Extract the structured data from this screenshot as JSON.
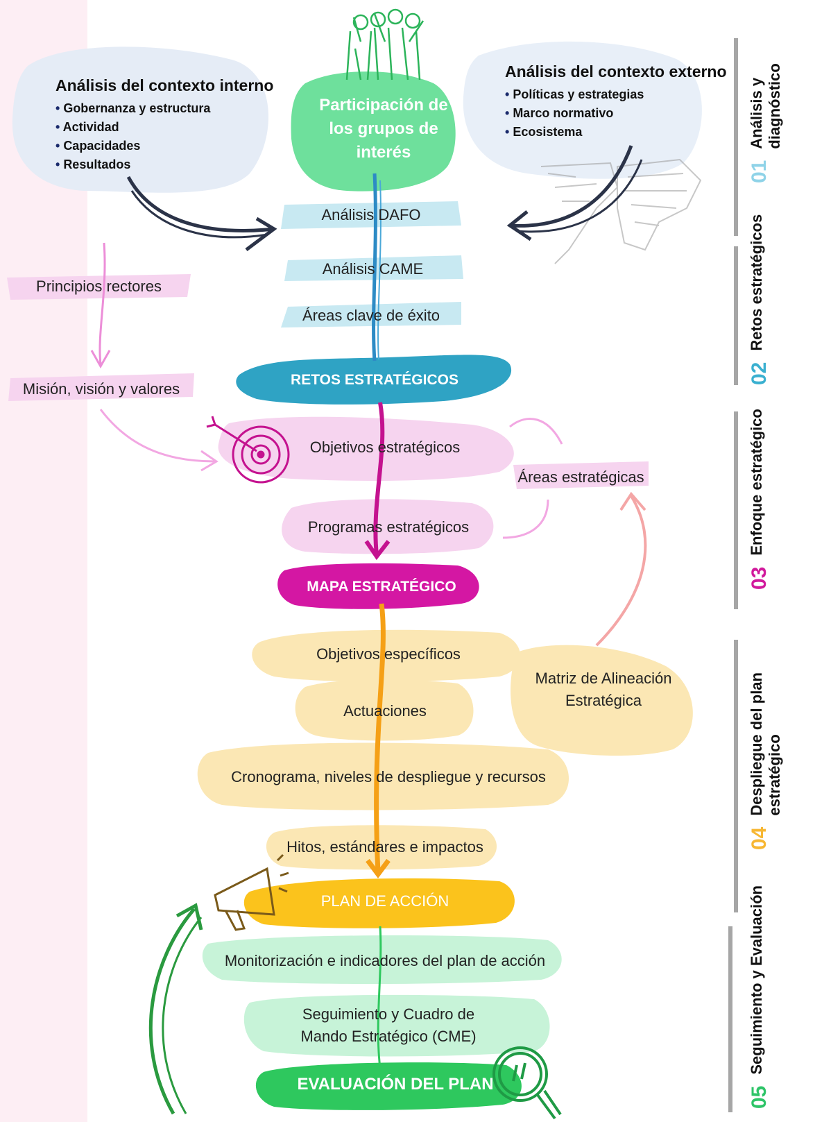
{
  "top": {
    "participation": "Participación de los grupos de interés",
    "internal": {
      "title": "Análisis del contexto interno",
      "items": [
        "Gobernanza y estructura",
        "Actividad",
        "Capacidades",
        "Resultados"
      ]
    },
    "external": {
      "title": "Análisis del contexto externo",
      "items": [
        "Políticas y estrategias",
        "Marco normativo",
        "Ecosistema"
      ]
    }
  },
  "left": {
    "principles": "Principios rectores",
    "mission": "Misión, visión y valores"
  },
  "flow": {
    "dafo": "Análisis DAFO",
    "came": "Análisis CAME",
    "areas_clave": "Áreas clave de éxito",
    "retos": "RETOS ESTRATÉGICOS",
    "objetivos": "Objetivos estratégicos",
    "areas_estrategicas": "Áreas estratégicas",
    "programas": "Programas estratégicos",
    "mapa": "MAPA ESTRATÉGICO",
    "objetivos_especificos": "Objetivos específicos",
    "actuaciones": "Actuaciones",
    "matriz": "Matriz de Alineación Estratégica",
    "cronograma": "Cronograma, niveles de despliegue y recursos",
    "hitos": "Hitos, estándares e impactos",
    "plan_accion": "PLAN DE ACCIÓN",
    "monitorizacion": "Monitorización e indicadores del plan de acción",
    "seguimiento": "Seguimiento y Cuadro de Mando Estratégico (CME)",
    "evaluacion": "EVALUACIÓN DEL PLAN"
  },
  "stages": [
    {
      "num": "01",
      "label": "Análisis y diagnóstico",
      "color": "#8fd3e8"
    },
    {
      "num": "02",
      "label": "Retos estratégicos",
      "color": "#3ab0d0"
    },
    {
      "num": "03",
      "label": "Enfoque estratégico",
      "color": "#d11a9c"
    },
    {
      "num": "04",
      "label": "Despliegue del plan estratégico",
      "color": "#f7b733"
    },
    {
      "num": "05",
      "label": "Seguimiento y Evaluación",
      "color": "#2ec468"
    }
  ],
  "colors": {
    "band": "#fdeef4",
    "light_blue": "#c8e9f2",
    "teal": "#2fa3c4",
    "pink_light": "#f6d4ef",
    "magenta": "#d417a3",
    "yellow_light": "#fbe7b4",
    "yellow": "#fbc31c",
    "green_light": "#c7f3d8",
    "green": "#2ec85e",
    "participation_green": "#6ee09c",
    "context_blob": "#e7eef8"
  }
}
